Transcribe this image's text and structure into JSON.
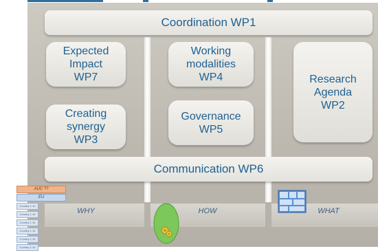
{
  "diagram": {
    "top_bar": "Coordination WP1",
    "boxes": {
      "wp7": "Expected\nImpact\nWP7",
      "wp3": "Creating\nsynergy\nWP3",
      "wp4": "Working\nmodalities\nWP4",
      "wp5": "Governance\nWP5",
      "wp2": "Research\nAgenda\nWP2"
    },
    "bottom_bar": "Communication WP6",
    "columns": [
      "WHY",
      "HOW",
      "WHAT"
    ],
    "why_icon": {
      "row1": "AUC ??",
      "row2": "EU"
    },
    "why_docs": [
      "Country 1.1b",
      "Country 1.1b",
      "Country 1.1b",
      "Country 1.1b",
      "Country 1.1b",
      "Country 1.1b"
    ],
    "colors": {
      "text": "#1f6192",
      "accent_line": "#2f6e9c",
      "background": "#c4c0b8"
    }
  }
}
